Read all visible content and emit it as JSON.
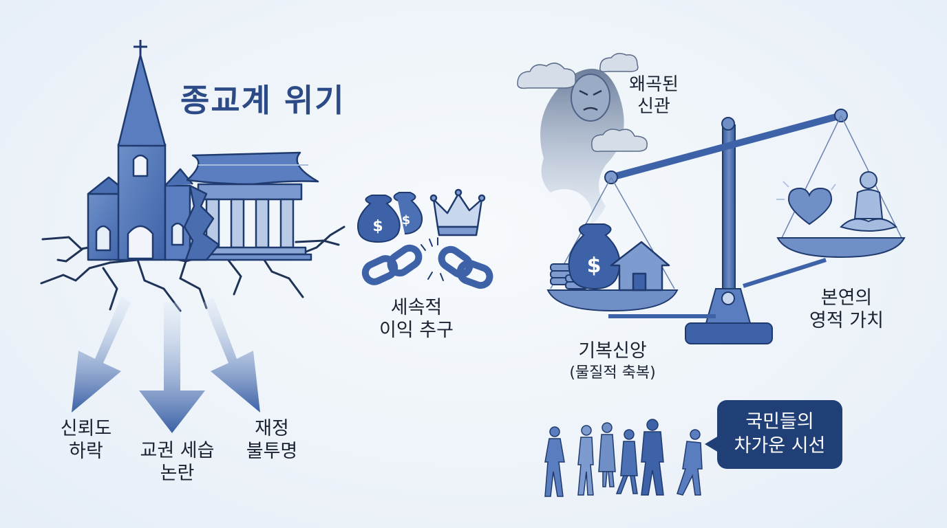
{
  "title": "종교계 위기",
  "effects": {
    "trust_decline": [
      "신뢰도",
      "하락"
    ],
    "hereditary_succession": [
      "교권 세습",
      "논란"
    ],
    "financial_opacity": [
      "재정",
      "불투명"
    ]
  },
  "secular_profit": [
    "세속적",
    "이익 추구"
  ],
  "distorted_faith": [
    "왜곡된",
    "신관"
  ],
  "spiritual_value": [
    "본연의",
    "영적 가치"
  ],
  "prosperity_faith": {
    "title": "기복신앙",
    "subtitle": "(물질적 축복)"
  },
  "public_gaze": [
    "국민들의",
    "차가운 시선"
  ],
  "icons": {
    "church": "church-icon",
    "temple": "temple-icon",
    "money_bags": "money-bag-icon",
    "crown": "crown-icon",
    "broken_chain": "broken-chain-icon",
    "angry_deity": "angry-deity-icon",
    "balance_scale": "balance-scale-icon",
    "house": "house-icon",
    "heart": "heart-icon",
    "meditation": "meditation-icon",
    "people": "people-walking-icon"
  },
  "colors": {
    "primary": "#3d62a8",
    "dark": "#1f3f76",
    "light": "#c9d8ee",
    "title": "#2c4a86",
    "background": "#eef3f9"
  }
}
